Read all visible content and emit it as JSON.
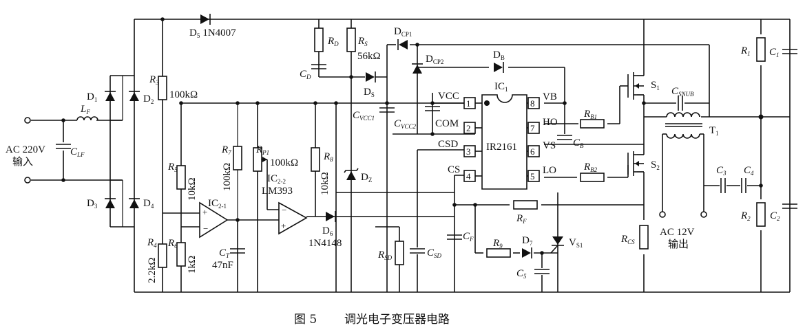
{
  "caption": {
    "figure": "图 5",
    "title": "调光电子变压器电路"
  },
  "input": {
    "voltage": "AC 220V",
    "label": "输入"
  },
  "output": {
    "voltage": "AC 12V",
    "label": "输出"
  },
  "ic1": {
    "name": "IC",
    "sub": "1",
    "part": "IR2161",
    "pins": [
      {
        "num": "1",
        "name": "VCC"
      },
      {
        "num": "2",
        "name": "COM"
      },
      {
        "num": "3",
        "name": "CSD"
      },
      {
        "num": "4",
        "name": "CS"
      },
      {
        "num": "5",
        "name": "LO"
      },
      {
        "num": "6",
        "name": "VS"
      },
      {
        "num": "7",
        "name": "HO"
      },
      {
        "num": "8",
        "name": "VB"
      }
    ]
  },
  "ic2": {
    "name_21": "IC",
    "sub_21": "2-1",
    "name_22": "IC",
    "sub_22": "2-2",
    "part": "LM393"
  },
  "components": {
    "d5": {
      "ref": "D",
      "sub": "5",
      "part": "1N4007"
    },
    "d6": {
      "ref": "D",
      "sub": "6",
      "part": "1N4148"
    },
    "d1": {
      "ref": "D",
      "sub": "1"
    },
    "d2": {
      "ref": "D",
      "sub": "2"
    },
    "d3": {
      "ref": "D",
      "sub": "3"
    },
    "d4": {
      "ref": "D",
      "sub": "4"
    },
    "d7": {
      "ref": "D",
      "sub": "7"
    },
    "db": {
      "ref": "D",
      "sub": "B"
    },
    "ds": {
      "ref": "D",
      "sub": "S"
    },
    "dz": {
      "ref": "D",
      "sub": "Z"
    },
    "dcp1": {
      "ref": "D",
      "sub": "CP1"
    },
    "dcp2": {
      "ref": "D",
      "sub": "CP2"
    },
    "r3": {
      "ref": "R",
      "sub": "3",
      "value": "100kΩ"
    },
    "r4": {
      "ref": "R",
      "sub": "4",
      "value": "2.2kΩ"
    },
    "r5": {
      "ref": "R",
      "sub": "5",
      "value": "10kΩ"
    },
    "r6": {
      "ref": "R",
      "sub": "6",
      "value": "1kΩ"
    },
    "r7": {
      "ref": "R",
      "sub": "7",
      "value": "100kΩ"
    },
    "r8": {
      "ref": "R",
      "sub": "8",
      "value": "10kΩ"
    },
    "rp1": {
      "ref": "R",
      "sub": "P1",
      "value": "100kΩ"
    },
    "rs": {
      "ref": "R",
      "sub": "S",
      "value": "56kΩ"
    },
    "rd": {
      "ref": "R",
      "sub": "D"
    },
    "rb1": {
      "ref": "R",
      "sub": "B1"
    },
    "rb2": {
      "ref": "R",
      "sub": "B2"
    },
    "rf": {
      "ref": "R",
      "sub": "F"
    },
    "r9": {
      "ref": "R",
      "sub": "9"
    },
    "rsd": {
      "ref": "R",
      "sub": "SD"
    },
    "rcs": {
      "ref": "R",
      "sub": "CS"
    },
    "r1": {
      "ref": "R",
      "sub": "1"
    },
    "r2": {
      "ref": "R",
      "sub": "2"
    },
    "lf": {
      "ref": "L",
      "sub": "F"
    },
    "clf": {
      "ref": "C",
      "sub": "LF"
    },
    "ct": {
      "ref": "C",
      "sub": "T",
      "value": "47nF"
    },
    "cd": {
      "ref": "C",
      "sub": "D"
    },
    "cvcc1": {
      "ref": "C",
      "sub": "VCC1"
    },
    "cvcc2": {
      "ref": "C",
      "sub": "VCC2"
    },
    "cb": {
      "ref": "C",
      "sub": "B"
    },
    "csd": {
      "ref": "C",
      "sub": "SD"
    },
    "cf": {
      "ref": "C",
      "sub": "F"
    },
    "c5": {
      "ref": "C",
      "sub": "5"
    },
    "csnub": {
      "ref": "C",
      "sub": "SNUB"
    },
    "c1": {
      "ref": "C",
      "sub": "1"
    },
    "c2": {
      "ref": "C",
      "sub": "2"
    },
    "c3": {
      "ref": "C",
      "sub": "3"
    },
    "c4": {
      "ref": "C",
      "sub": "4"
    },
    "s1": {
      "ref": "S",
      "sub": "1"
    },
    "s2": {
      "ref": "S",
      "sub": "2"
    },
    "t1": {
      "ref": "T",
      "sub": "1"
    },
    "vs1": {
      "ref": "V",
      "sub": "S1"
    }
  }
}
